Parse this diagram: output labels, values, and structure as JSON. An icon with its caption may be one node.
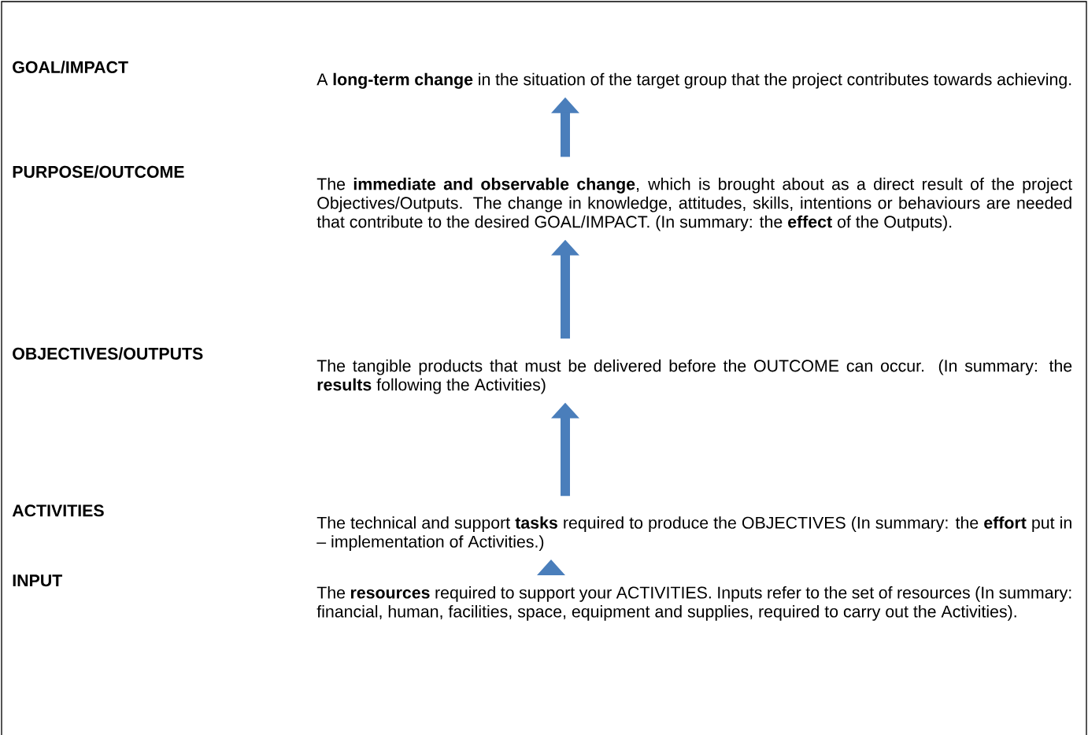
{
  "diagram": {
    "nodes": [
      {
        "text": [
          "GOAL/IMPACT",
          "A **long-term change** in the situation of the target group that the project contributes towards achieving."
        ]
      },
      {
        "text": [
          "PURPOSE/OUTCOME",
          "The **immediate and observable change**, which is brought about as a direct result of the project Objectives/Outputs. The change in knowledge, attitudes, skills, intentions or behaviours are needed that contribute to the desired GOAL/IMPACT. (In summary: the **effect** of the Outputs)."
        ]
      },
      {
        "text": [
          "OBJECTIVES/OUTPUTS",
          "The tangible products that must be delivered before the OUTCOME can occur. (In summary: the **results** following the Activities)"
        ]
      },
      {
        "text": [
          "ACTIVITIES",
          "The technical and support **tasks** required to produce the OBJECTIVES (In summary: the **effort** put in – implementation of Activities.)"
        ]
      },
      {
        "text": [
          "INPUT",
          "The **resources** required to support your ACTIVITIES. Inputs refer to the set of resources (In summary: financial, human, facilities, space, equipment and supplies, required to carry out the Activities)."
        ]
      }
    ],
    "edges": [
      {
        "from": 1,
        "to": 0,
        "arrow": "to"
      },
      {
        "from": 2,
        "to": 1,
        "arrow": "to"
      },
      {
        "from": 3,
        "to": 2,
        "arrow": "to"
      },
      {
        "from": 4,
        "to": 3,
        "arrow": "to"
      }
    ]
  }
}
